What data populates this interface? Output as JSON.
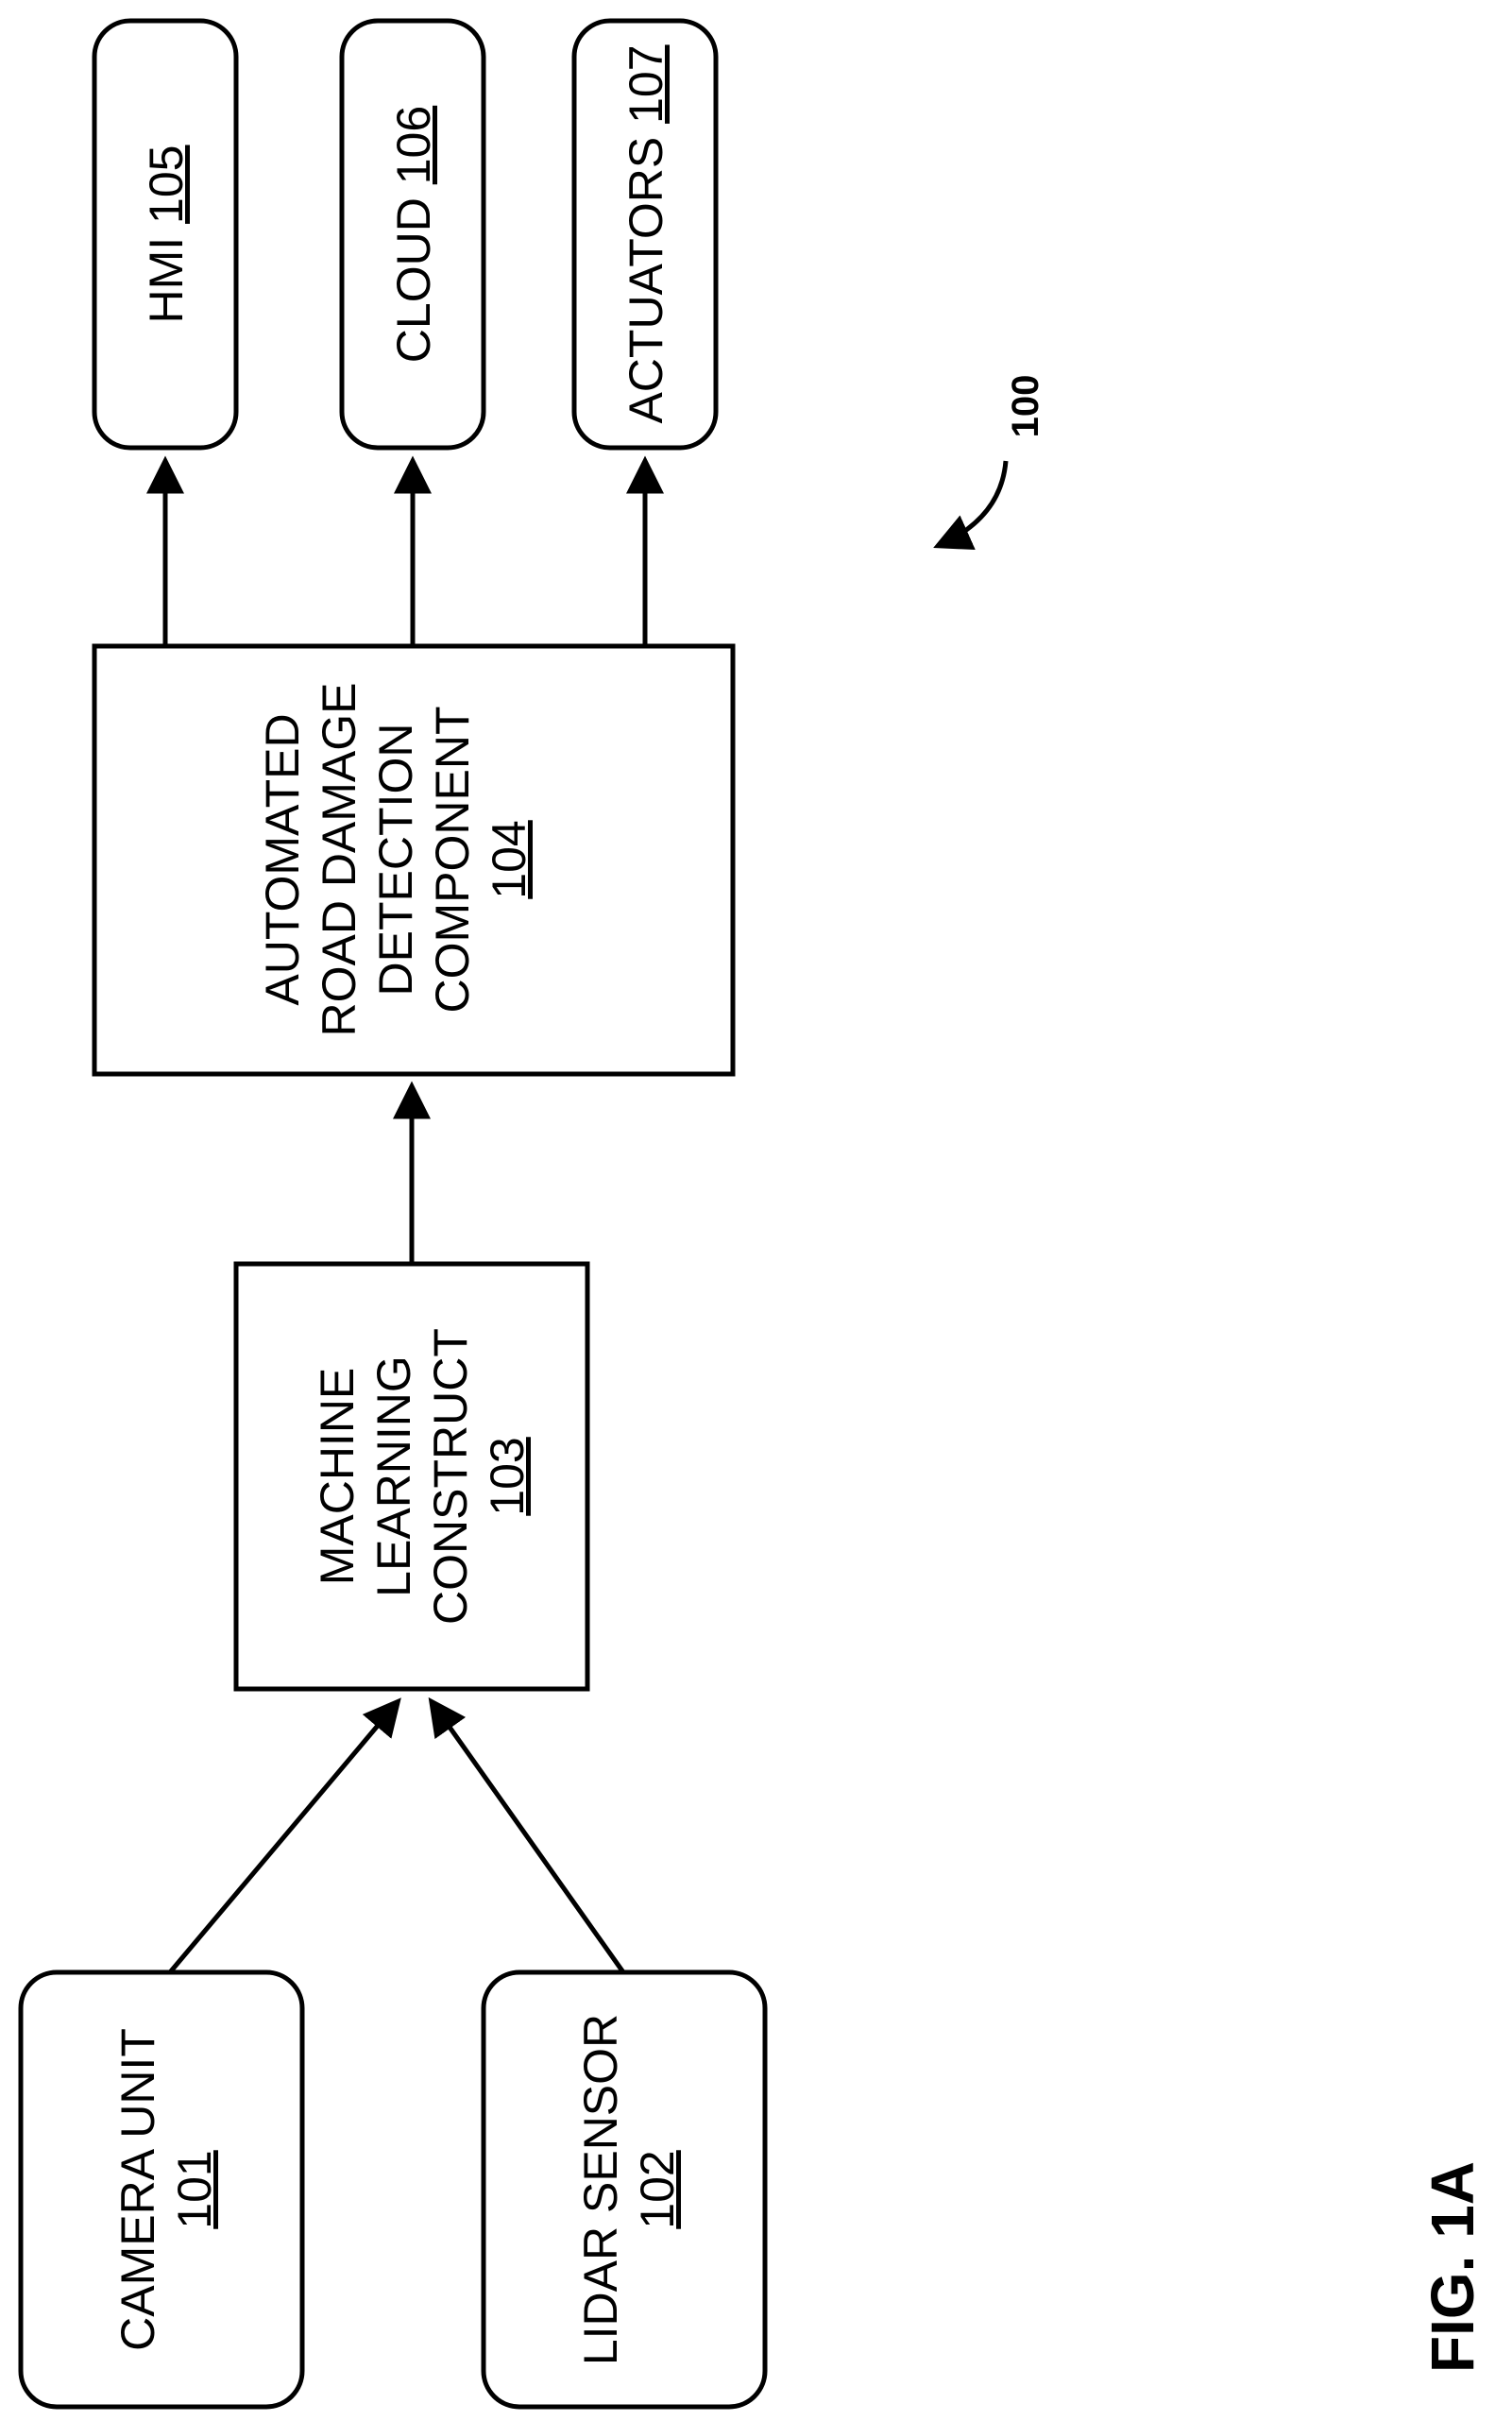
{
  "figure_label": "FIG. 1A",
  "system_ref": "100",
  "nodes": {
    "camera_unit": {
      "name": "CAMERA UNIT",
      "ref": "101"
    },
    "lidar_sensor": {
      "name": "LIDAR SENSOR",
      "ref": "102"
    },
    "ml_construct": {
      "line1": "MACHINE",
      "line2": "LEARNING",
      "line3": "CONSTRUCT",
      "ref": "103"
    },
    "road_damage": {
      "line1": "AUTOMATED",
      "line2": "ROAD DAMAGE",
      "line3": "DETECTION",
      "line4": "COMPONENT",
      "ref": "104"
    },
    "hmi": {
      "name": "HMI",
      "ref": "105"
    },
    "cloud": {
      "name": "CLOUD",
      "ref": "106"
    },
    "actuators": {
      "name": "ACTUATORS",
      "ref": "107"
    }
  }
}
